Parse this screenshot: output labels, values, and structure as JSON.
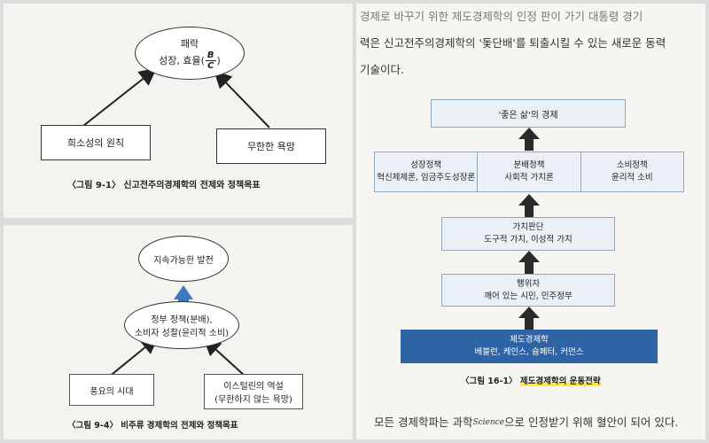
{
  "fig1": {
    "ellipse_line1": "패락",
    "ellipse_line2": "성장, 효율(",
    "frac_num": "B",
    "frac_den": "C",
    "ellipse_close": ")",
    "left_box": "희소성의 원칙",
    "right_box": "무한한 욕망",
    "caption": "〈그림 9-1〉 신고전주의경제학의 전제와 정책목표"
  },
  "fig2": {
    "top_ellipse": "지속가능한 발전",
    "mid_line1": "정부 정책(분배),",
    "mid_line2": "소비자 성찰(윤리적 소비)",
    "left_box": "풍요의 시대",
    "right_line1": "이스털린의 역설",
    "right_line2": "(무한하지 않는 욕망)",
    "caption": "〈그림 9-4〉 비주류 경제학의 전제와 정책목표"
  },
  "page": {
    "line1": "경제로 바꾸기 위한 제도경제학의 인정 판이 가기 대통령 경기",
    "line2": "력은 신고전주의경제학의 '돛단배'를 퇴출시킬 수 있는 새로운 동력",
    "line3": "기술이다.",
    "bottom_line_a": "모든 경제학파는 과학",
    "bottom_line_science": "Science",
    "bottom_line_b": "으로 인정받기 위해 혈안이 되어 있다."
  },
  "fig16": {
    "top_box": "'좋은 삶'의 경제",
    "policy": [
      {
        "title": "성장정책",
        "sub": "혁신체제론, 임금주도성장론"
      },
      {
        "title": "분배정책",
        "sub": "사회적 가치론"
      },
      {
        "title": "소비정책",
        "sub": "윤리적 소비"
      }
    ],
    "value_title": "가치판단",
    "value_sub": "도구적 가치, 이성적 가치",
    "actor_title": "행위자",
    "actor_sub": "깨어 있는 시민, 민주정부",
    "base_title": "제도경제학",
    "base_sub": "베블런, 케인스, 슘페터, 커먼스",
    "caption_prefix": "〈그림 16-1〉",
    "caption_main": "제도경제학의 운동전략"
  },
  "colors": {
    "base_blue": "#2e63a6",
    "arrow_blue": "#3d79c0",
    "highlight": "#ffe94a"
  }
}
